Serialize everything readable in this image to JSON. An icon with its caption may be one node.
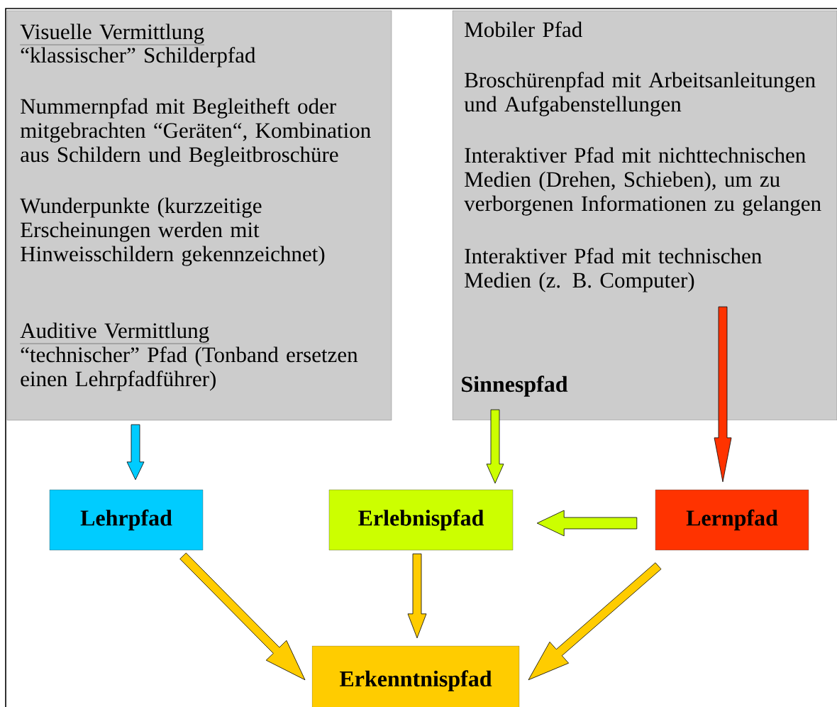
{
  "diagram": {
    "nodes": [
      {
        "text": [
          "Visuelle Vermittlung",
          "“klassischer” Schilderpfad",
          "Nummernpfad mit Begleitheft oder mitgebrachten “Geräten“, Kombination aus Schildern und Begleitbroschüre",
          "Wunderpunkte (kurzzeitige Erscheinungen werden mit Hinweisschildern gekennzeichnet)",
          "Auditive Vermittlung",
          "“technischer” Pfad (Tonband ersetzen einen Lehrpfadführer)"
        ]
      },
      {
        "text": [
          "Mobiler Pfad",
          "Broschürenpfad mit Arbeitsanleitungen und Aufgabenstellungen",
          "Interaktiver Pfad mit nichttechnischen Medien (Drehen, Schieben), um zu verborgenen Informationen zu gelangen",
          "Interaktiver Pfad mit technischen Medien (z. B. Computer)"
        ]
      },
      {
        "text": [
          "Sinnespfad"
        ],
        "in": 1
      },
      {
        "text": [
          "Lehrpfad"
        ]
      },
      {
        "text": [
          "Erlebnispfad"
        ]
      },
      {
        "text": [
          "Lernpfad"
        ]
      },
      {
        "text": [
          "Erkenntnispfad"
        ]
      }
    ],
    "edges": [
      {
        "from": 0,
        "to": 3,
        "arrow": "to",
        "color": "#00ccff"
      },
      {
        "from": 2,
        "to": 4,
        "arrow": "to",
        "color": "#ccff00"
      },
      {
        "from": 1,
        "to": 5,
        "arrow": "to",
        "color": "#ff3300"
      },
      {
        "from": 5,
        "to": 4,
        "arrow": "to",
        "color": "#ccff00"
      },
      {
        "from": 3,
        "to": 6,
        "arrow": "to",
        "color": "#ffcc00"
      },
      {
        "from": 4,
        "to": 6,
        "arrow": "to",
        "color": "#ffcc00"
      },
      {
        "from": 5,
        "to": 6,
        "arrow": "to",
        "color": "#ffcc00"
      }
    ]
  }
}
